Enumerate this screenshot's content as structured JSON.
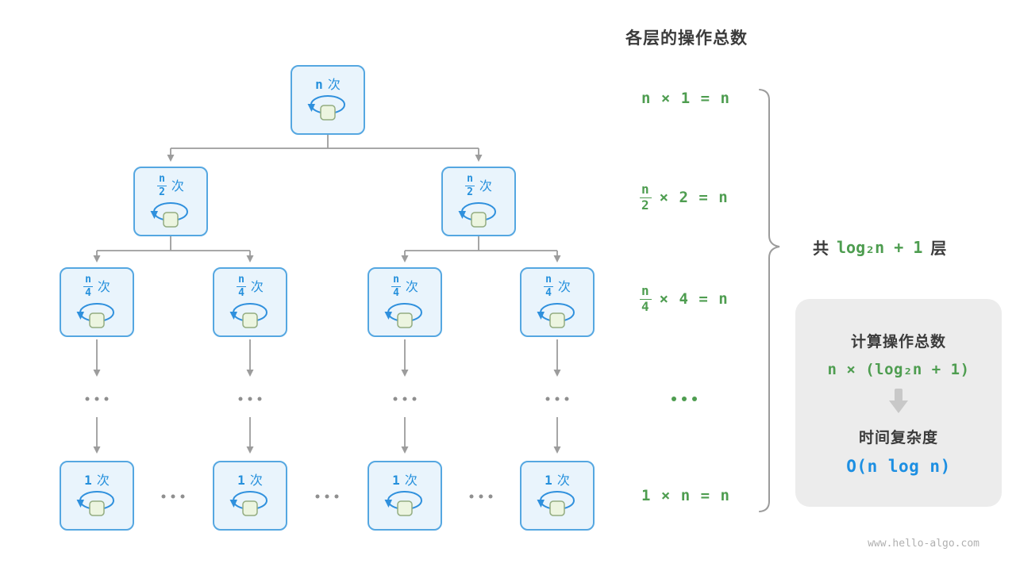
{
  "colors": {
    "node_border": "#55a7e1",
    "node_fill": "#e9f4fc",
    "node_text": "#2590dc",
    "loop_square_fill": "#ecf5e0",
    "edge_gray": "#9c9c9c",
    "green": "#4e9d50",
    "blue_formula": "#1d8fe2",
    "box_bg": "#ececec"
  },
  "page": {
    "title": "各层的操作总数",
    "watermark": "www.hello-algo.com"
  },
  "tree": {
    "ellipsis": "...",
    "root": {
      "value": "n",
      "suffix": "次"
    },
    "level2": [
      {
        "num": "n",
        "den": "2",
        "suffix": "次"
      },
      {
        "num": "n",
        "den": "2",
        "suffix": "次"
      }
    ],
    "level3": [
      {
        "num": "n",
        "den": "4",
        "suffix": "次"
      },
      {
        "num": "n",
        "den": "4",
        "suffix": "次"
      },
      {
        "num": "n",
        "den": "4",
        "suffix": "次"
      },
      {
        "num": "n",
        "den": "4",
        "suffix": "次"
      }
    ],
    "level4": [
      {
        "value": "1",
        "suffix": "次"
      },
      {
        "value": "1",
        "suffix": "次"
      },
      {
        "value": "1",
        "suffix": "次"
      },
      {
        "value": "1",
        "suffix": "次"
      }
    ]
  },
  "equations": {
    "row1": {
      "text": "n × 1 = n"
    },
    "row2": {
      "num": "n",
      "den": "2",
      "rest": "× 2 = n"
    },
    "row3": {
      "num": "n",
      "den": "4",
      "rest": "× 4 = n"
    },
    "row4": {
      "text": "..."
    },
    "row5": {
      "text": "1 × n = n"
    }
  },
  "brace": {
    "prefix": "共",
    "formula": "log₂n + 1",
    "suffix": "层"
  },
  "summary": {
    "title1": "计算操作总数",
    "formula1": "n × (log₂n + 1)",
    "title2": "时间复杂度",
    "formula2": "O(n log n)"
  }
}
